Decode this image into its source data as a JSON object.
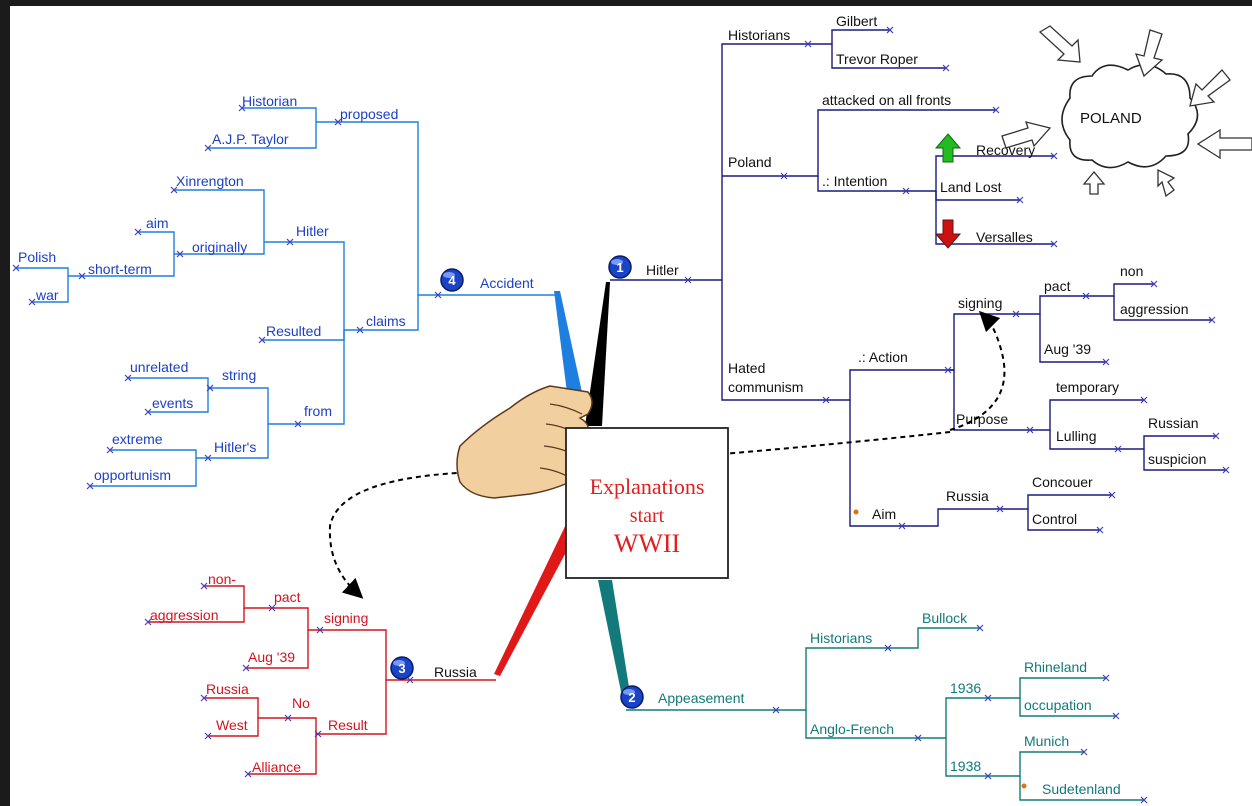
{
  "center": {
    "line1": "Explanations",
    "line2": "start",
    "line3": "WWII"
  },
  "branches": {
    "hitler": {
      "number": "1",
      "label": "Hitler",
      "historians": {
        "label": "Historians",
        "items": [
          "Gilbert",
          "Trevor Roper"
        ]
      },
      "poland": {
        "label": "Poland",
        "attacked": "attacked on all fronts",
        "intention": ".: Intention",
        "recovery": "Recovery",
        "land_lost": "Land Lost",
        "versalles": "Versalles"
      },
      "hated": {
        "line1": "Hated",
        "line2": "communism",
        "action": ".: Action",
        "signing": "signing",
        "pact": "pact",
        "non": "non",
        "aggression": "aggression",
        "aug39": "Aug '39",
        "purpose": "Purpose",
        "temporary": "temporary",
        "lulling": "Lulling",
        "russian": "Russian",
        "suspicion": "suspicion",
        "aim": "Aim",
        "russia": "Russia",
        "concouer": "Concouer",
        "control": "Control"
      },
      "cloud": "POLAND"
    },
    "appeasement": {
      "number": "2",
      "label": "Appeasement",
      "historians": "Historians",
      "bullock": "Bullock",
      "anglo_french": "Anglo-French",
      "y1936": "1936",
      "rhineland": "Rhineland",
      "occupation": "occupation",
      "y1938": "1938",
      "munich": "Munich",
      "sudetenland": "Sudetenland"
    },
    "russia": {
      "number": "3",
      "label": "Russia",
      "signing": "signing",
      "pact": "pact",
      "non": "non-",
      "aggression": "aggression",
      "aug39": "Aug '39",
      "result": "Result",
      "no": "No",
      "russia": "Russia",
      "west": "West",
      "alliance": "Alliance"
    },
    "accident": {
      "number": "4",
      "label": "Accident",
      "proposed": "proposed",
      "historian": "Historian",
      "ajp": "A.J.P. Taylor",
      "claims": "claims",
      "hitler": "Hitler",
      "xinrengton": "Xinrengton",
      "originally": "originally",
      "aim": "aim",
      "short_term": "short-term",
      "polish": "Polish",
      "war": "war",
      "resulted": "Resulted",
      "from": "from",
      "string": "string",
      "unrelated": "unrelated",
      "events": "events",
      "hitlers": "Hitler's",
      "extreme": "extreme",
      "opportunism": "opportunism"
    }
  },
  "colors": {
    "hitler_branch": "#1a1aa0",
    "hitler_trunk": "#000000",
    "appeasement_branch": "#127a7a",
    "russia_branch": "#d4141e",
    "accident_branch": "#1e7fe0",
    "accident_text": "#1c3fc6",
    "title": "#e02020",
    "badge": "#1a44c8",
    "arrow_up": "#22bb22",
    "arrow_down": "#cc1111"
  }
}
